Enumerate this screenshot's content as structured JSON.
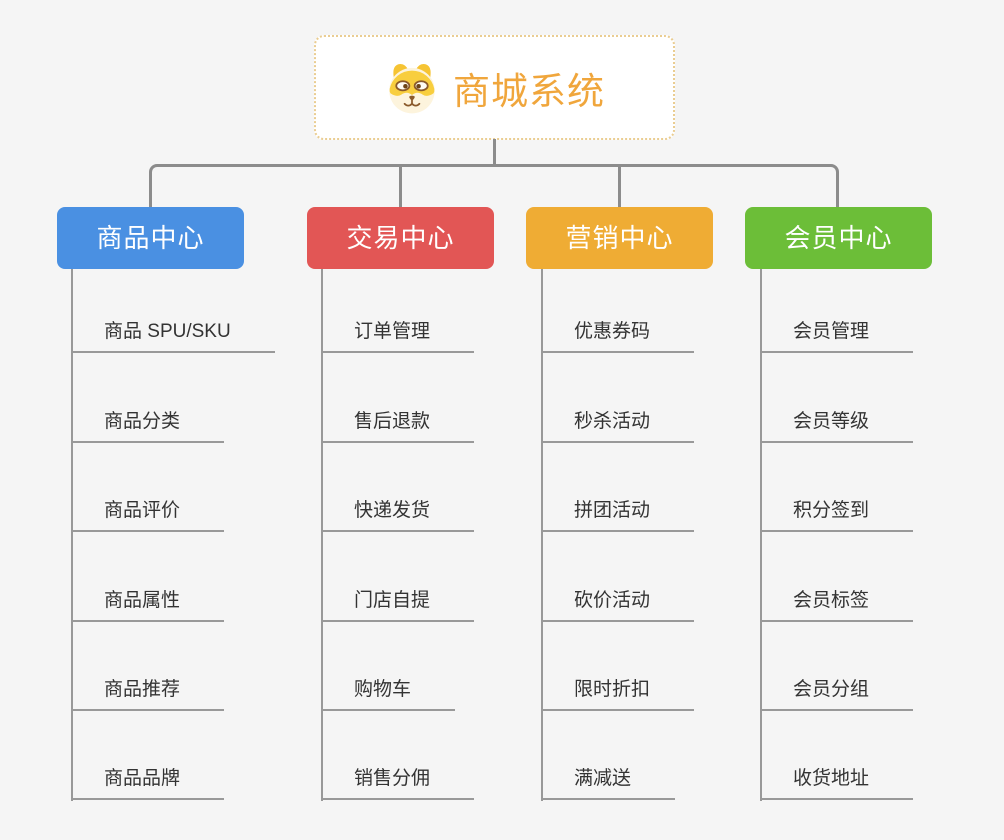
{
  "page": {
    "background_color": "#f5f5f5",
    "connector_color": "#8c8c8c"
  },
  "root": {
    "title": "商城系统",
    "icon": "dog-face-icon",
    "title_color": "#f0a63c",
    "border_color": "#eacd92"
  },
  "branches": [
    {
      "label": "商品中心",
      "color": "#4a90e2",
      "items": [
        "商品 SPU/SKU",
        "商品分类",
        "商品评价",
        "商品属性",
        "商品推荐",
        "商品品牌"
      ]
    },
    {
      "label": "交易中心",
      "color": "#e25655",
      "items": [
        "订单管理",
        "售后退款",
        "快递发货",
        "门店自提",
        "购物车",
        "销售分佣"
      ]
    },
    {
      "label": "营销中心",
      "color": "#efac34",
      "items": [
        "优惠券码",
        "秒杀活动",
        "拼团活动",
        "砍价活动",
        "限时折扣",
        "满减送"
      ]
    },
    {
      "label": "会员中心",
      "color": "#6cbe38",
      "items": [
        "会员管理",
        "会员等级",
        "积分签到",
        "会员标签",
        "会员分组",
        "收货地址"
      ]
    }
  ]
}
